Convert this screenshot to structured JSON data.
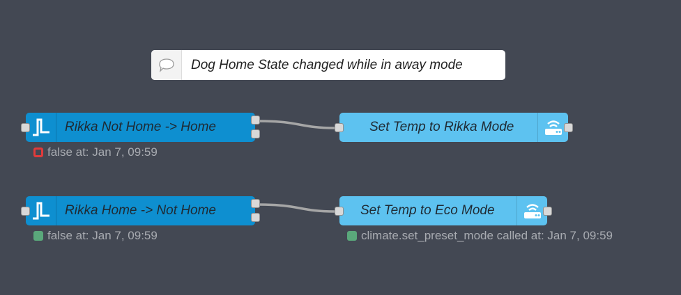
{
  "comment": {
    "text": "Dog Home State changed while in away mode",
    "icon": "speech-bubble-icon"
  },
  "flows": [
    {
      "trigger": {
        "label": "Rikka Not Home -> Home",
        "icon": "state-trigger-icon"
      },
      "status": {
        "text": "false at: Jan 7, 09:59",
        "shape": "ring",
        "color": "#e03b3b"
      },
      "action": {
        "label": "Set Temp to Rikka Mode",
        "icon": "router-icon"
      }
    },
    {
      "trigger": {
        "label": "Rikka Home -> Not Home",
        "icon": "state-trigger-icon"
      },
      "status": {
        "text": "false at: Jan 7, 09:59",
        "shape": "dot",
        "color": "#5aa87b"
      },
      "action": {
        "label": "Set Temp to Eco Mode",
        "icon": "router-icon"
      },
      "action_status": {
        "text": "climate.set_preset_mode called at: Jan 7, 09:59",
        "shape": "dot",
        "color": "#5aa87b"
      }
    }
  ],
  "colors": {
    "workspace": "#434853",
    "trigger_node": "#0e8fd0",
    "action_node": "#5dc2f0",
    "wire": "#a6a6a6"
  }
}
